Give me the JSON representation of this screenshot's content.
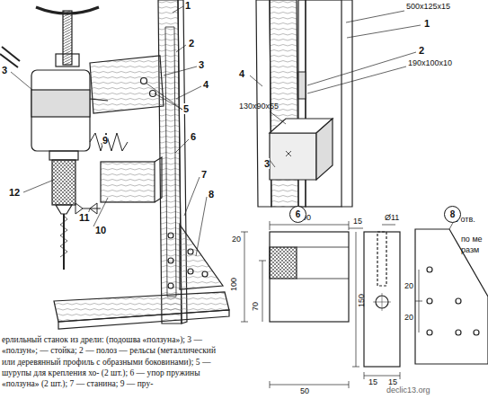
{
  "diagram": {
    "caption": "ерлильный станок из дрели: (подошва «ползуна»); 3 — «ползун»; — стойка; 2 — полоз — рельсы (металлический или деревянный профиль с образными боковинами); 5 — шурупы для крепления хо- (2 шт.); 6 — упор пружины «ползуна» (2 шт.); 7 — станина; 9 — пру-",
    "nodes": [
      {
        "text": [
          "6"
        ]
      },
      {
        "text": [
          "8"
        ]
      }
    ],
    "labels": [
      "1",
      "2",
      "3",
      "4",
      "5",
      "6",
      "7",
      "8",
      "9",
      "10",
      "11",
      "12",
      "3",
      "500x125x15",
      "1",
      "2",
      "190x100x10",
      "4",
      "130x90x55",
      "3",
      "90",
      "15",
      "20",
      "100",
      "70",
      "Ø11",
      "150",
      "15",
      "15",
      "50",
      "6 отв.",
      "по ме",
      "разм",
      "20",
      "20",
      "declic13.org"
    ]
  }
}
